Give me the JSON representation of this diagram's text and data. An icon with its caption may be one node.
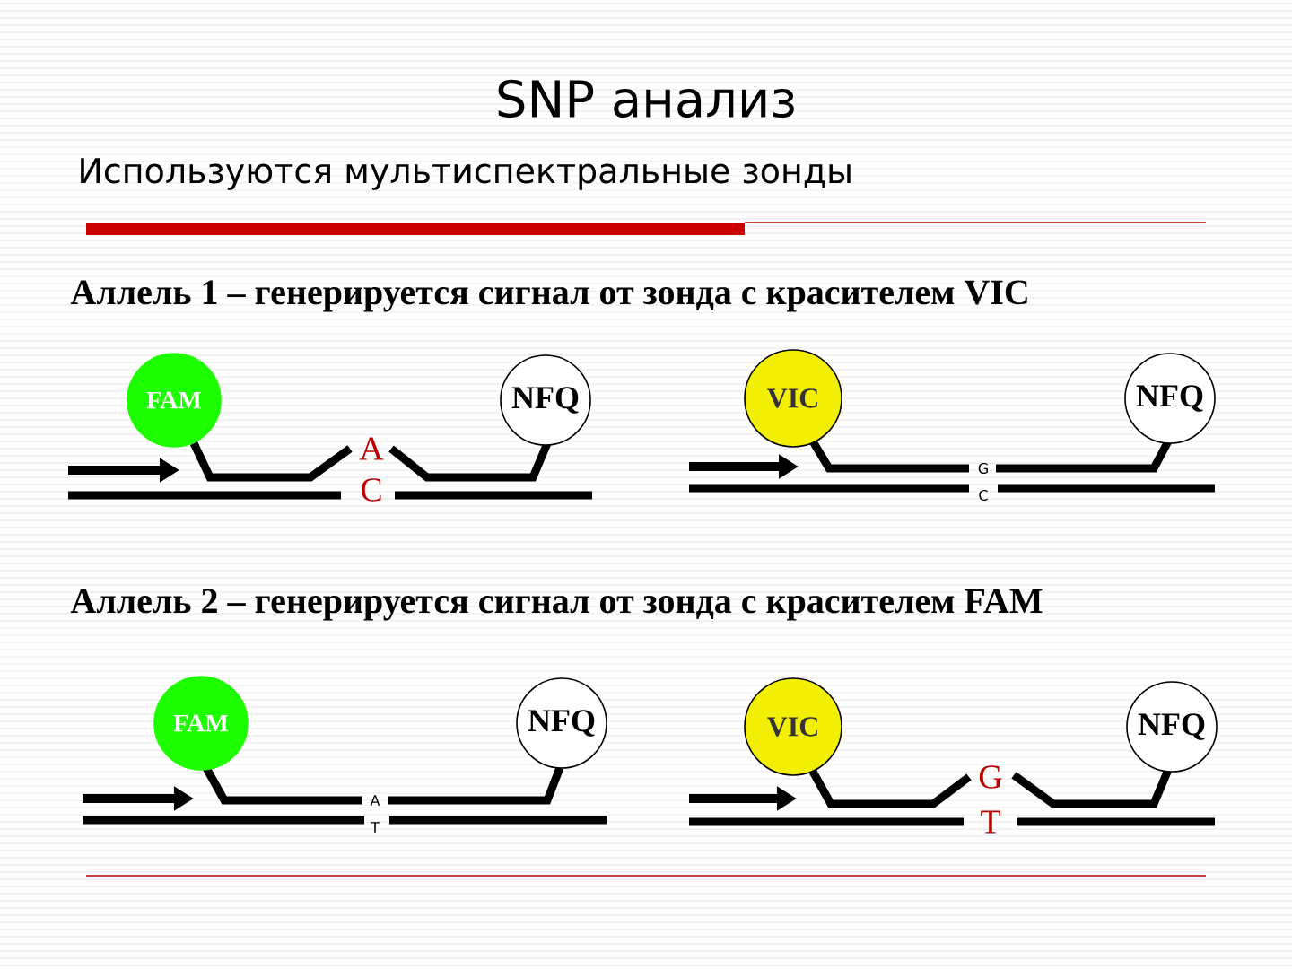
{
  "diagram": {
    "title": "SNP анализ",
    "nodes": [
      {
        "text": [
          "FAM"
        ]
      },
      {
        "text": [
          "NFQ"
        ]
      },
      {
        "text": [
          "VIC"
        ]
      },
      {
        "text": [
          "NFQ"
        ]
      },
      {
        "text": [
          "FAM"
        ]
      },
      {
        "text": [
          "NFQ"
        ]
      },
      {
        "text": [
          "VIC"
        ]
      },
      {
        "text": [
          "NFQ"
        ]
      }
    ],
    "labels": [
      "Используются мультиспектральные зонды",
      "Аллель 1 – генерируется сигнал от зонда с красителем VIC",
      "A",
      "C",
      "G",
      "C",
      "Аллель 2 – генерируется сигнал от зонда с красителем FAM",
      "A",
      "T",
      "G",
      "T"
    ]
  }
}
